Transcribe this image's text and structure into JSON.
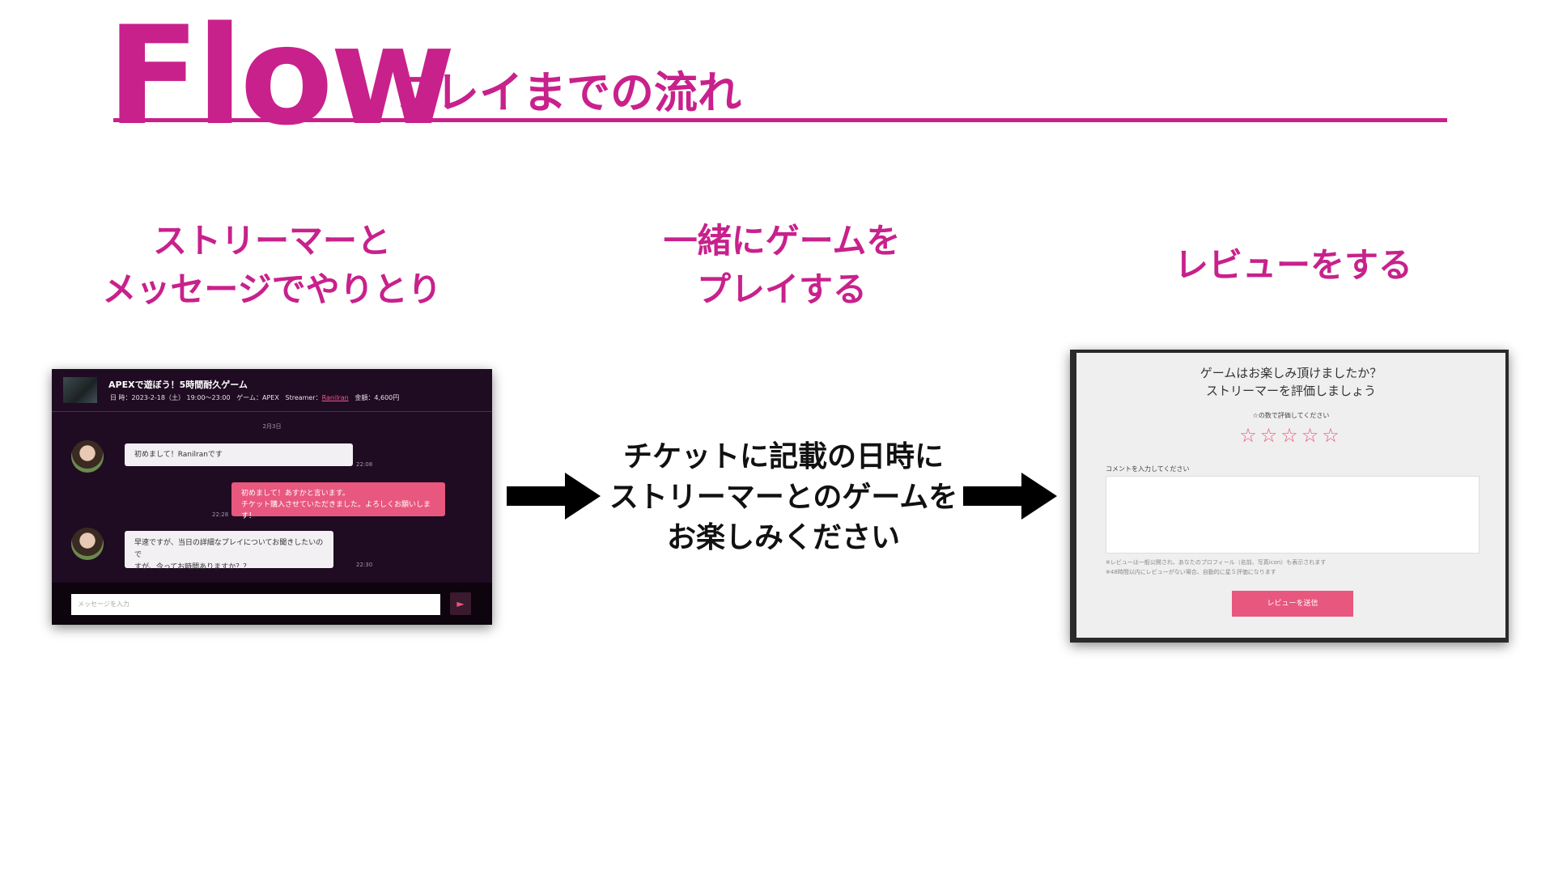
{
  "header": {
    "title": "Flow",
    "subtitle": "プレイまでの流れ",
    "accent_color": "#c8218c"
  },
  "steps": [
    {
      "line1": "ストリーマーと",
      "line2": "メッセージでやりとり"
    },
    {
      "line1": "一緒にゲームを",
      "line2": "プレイする"
    },
    {
      "line1": "レビューをする",
      "line2": ""
    }
  ],
  "chat": {
    "title": "APEXで遊ぼう！5時間耐久ゲーム",
    "meta_date": "日 時：2023-2-18（土） 19:00〜23:00",
    "meta_game": "ゲーム：APEX",
    "meta_streamer_label": "Streamer：",
    "meta_streamer_name": "Ranilran",
    "meta_price": "金額：4,600円",
    "date_divider": "2月3日",
    "messages": [
      {
        "side": "left",
        "text": "初めまして！Ranilranです",
        "time": "22:08"
      },
      {
        "side": "right",
        "line1": "初めまして！あすかと言います。",
        "line2": "チケット購入させていただきました。よろしくお願いします！",
        "time": "22:28"
      },
      {
        "side": "left",
        "line1": "早速ですが、当日の詳細なプレイについてお聞きしたいので",
        "line2": "すが、今ってお時間ありますか？？",
        "time": "22:30"
      }
    ],
    "input_placeholder": "メッセージを入力",
    "send_icon": "send-arrow-icon"
  },
  "middle": {
    "line1": "チケットに記載の日時に",
    "line2": "ストリーマーとのゲームを",
    "line3": "お楽しみください"
  },
  "review": {
    "heading1": "ゲームはお楽しみ頂けましたか？",
    "heading2": "ストリーマーを評価しましょう",
    "stars_label": "☆の数で評価してください",
    "stars": "☆☆☆☆☆",
    "comment_label": "コメントを入力してください",
    "note1": "※レビューは一般公開され、あなたのプロフィール（名前、写真icon）も表示されます",
    "note2": "※48時間以内にレビューがない場合、自動的に星５評価になります",
    "submit_label": "レビューを送信"
  }
}
